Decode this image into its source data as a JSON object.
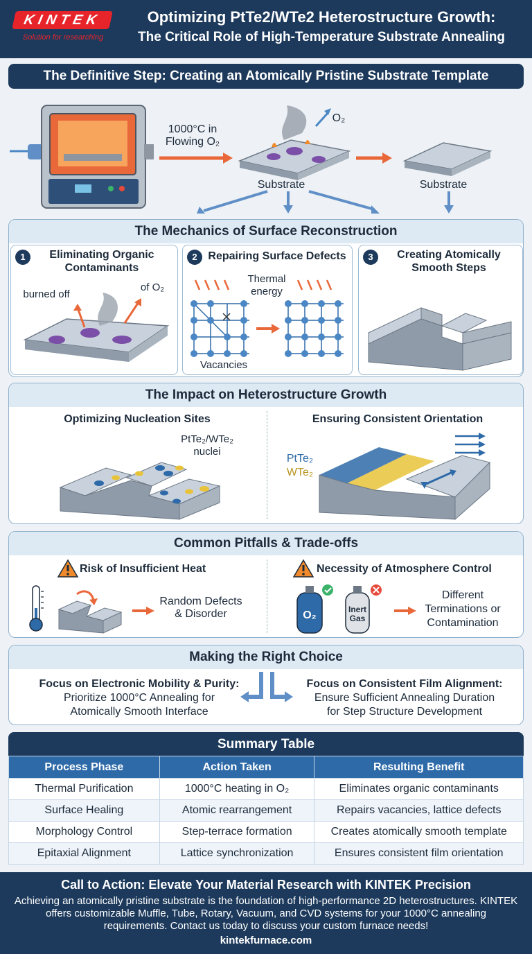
{
  "header": {
    "logo": "KINTEK",
    "logo_tagline": "Solution for researching",
    "title_line1": "Optimizing PtTe2/WTe2 Heterostructure Growth:",
    "title_line2": "The Critical Role of High-Temperature Substrate Annealing"
  },
  "banner": "The Definitive Step: Creating an Atomically Pristine Substrate Template",
  "process": {
    "condition_line1": "1000°C in",
    "condition_line2": "Flowing O₂",
    "o2_label": "O₂",
    "substrate_left": "Substrate",
    "substrate_right": "Substrate"
  },
  "mechanics": {
    "title": "The Mechanics of Surface Reconstruction",
    "items": [
      {
        "num": "1",
        "title_line1": "Eliminating Organic",
        "title_line2": "Contaminants",
        "label_a": "burned off",
        "label_b": "of O₂"
      },
      {
        "num": "2",
        "title_line1": "Repairing Surface Defects",
        "label_a": "Thermal",
        "label_b": "energy",
        "label_c": "Vacancies"
      },
      {
        "num": "3",
        "title_line1": "Creating Atomically",
        "title_line2": "Smooth Steps"
      }
    ]
  },
  "impact": {
    "title": "The Impact on Heterostructure Growth",
    "left_title": "Optimizing Nucleation Sites",
    "nuclei_line1": "PtTe₂/WTe₂",
    "nuclei_line2": "nuclei",
    "right_title": "Ensuring Consistent Orientation",
    "pt_label": "PtTe₂",
    "w_label": "WTe₂"
  },
  "pitfalls": {
    "title": "Common Pitfalls & Trade-offs",
    "left_title": "Risk of Insufficient Heat",
    "left_result_line1": "Random Defects",
    "left_result_line2": "& Disorder",
    "right_title": "Necessity of Atmosphere Control",
    "o2_tank": "O₂",
    "inert_tank_line1": "Inert",
    "inert_tank_line2": "Gas",
    "right_result_line1": "Different",
    "right_result_line2": "Terminations or",
    "right_result_line3": "Contamination"
  },
  "choice": {
    "title": "Making the Right Choice",
    "left_line1": "Focus on Electronic Mobility & Purity:",
    "left_line2": "Prioritize 1000°C Annealing for",
    "left_line3": "Atomically Smooth Interface",
    "right_line1": "Focus on Consistent Film Alignment:",
    "right_line2": "Ensure Sufficient Annealing Duration",
    "right_line3": "for Step Structure Development"
  },
  "summary": {
    "title": "Summary Table",
    "headers": [
      "Process Phase",
      "Action Taken",
      "Resulting Benefit"
    ],
    "rows": [
      [
        "Thermal Purification",
        "1000°C heating in O₂",
        "Eliminates organic contaminants"
      ],
      [
        "Surface Healing",
        "Atomic rearrangement",
        "Repairs vacancies, lattice defects"
      ],
      [
        "Morphology Control",
        "Step-terrace formation",
        "Creates atomically smooth template"
      ],
      [
        "Epitaxial Alignment",
        "Lattice synchronization",
        "Ensures consistent film orientation"
      ]
    ]
  },
  "cta": {
    "heading": "Call to Action: Elevate Your Material Research with KINTEK Precision",
    "body": "Achieving an atomically pristine substrate is the foundation of high-performance 2D heterostructures. KINTEK offers customizable Muffle, Tube, Rotary, Vacuum, and CVD systems for your 1000°C annealing requirements. Contact us today to discuss your custom furnace needs!",
    "url": "kintekfurnace.com"
  },
  "colors": {
    "navy": "#1d3a5c",
    "accent_red": "#e8242b",
    "table_header": "#2e6aa8",
    "contaminant": "#7b4fa8"
  }
}
